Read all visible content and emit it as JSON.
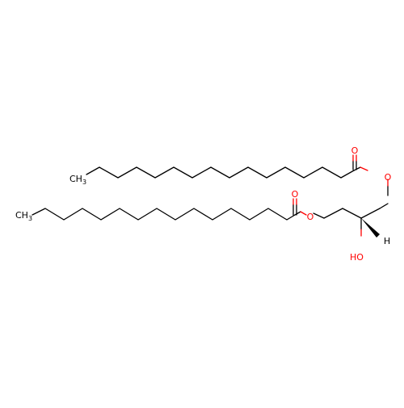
{
  "atoms": {
    "methyl_top": {
      "main": "CH",
      "sub": "3"
    },
    "methyl_bottom": {
      "main": "CH",
      "sub": "3"
    },
    "carbonyl_o_top": "O",
    "ester_o_top": "O",
    "carbonyl_o_bottom": "O",
    "ester_o_bottom": "O",
    "hydroxyl": "HO",
    "stereo_h": "H"
  },
  "colors": {
    "bond": "#000000",
    "heteroatom": "#ff0000",
    "background": "#ffffff"
  }
}
